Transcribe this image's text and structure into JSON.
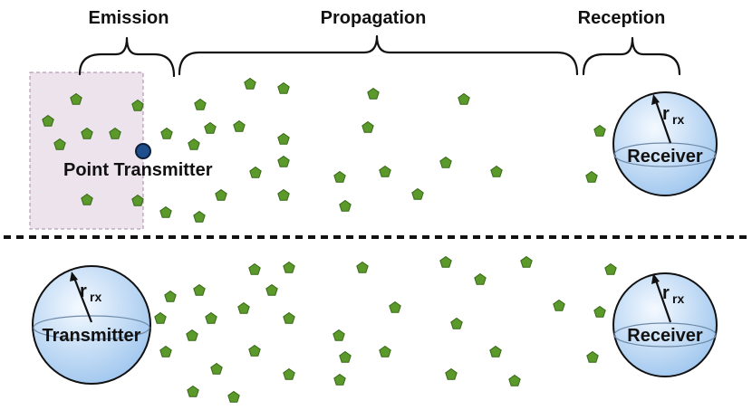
{
  "stages": {
    "emission": "Emission",
    "propagation": "Propagation",
    "reception": "Reception"
  },
  "top": {
    "point_transmitter_label": "Point Transmitter",
    "receiver": {
      "label": "Receiver",
      "radius_main": "r",
      "radius_sub": "rx"
    }
  },
  "bottom": {
    "transmitter": {
      "label": "Transmitter",
      "radius_main": "r",
      "radius_sub": "rx"
    },
    "receiver": {
      "label": "Receiver",
      "radius_main": "r",
      "radius_sub": "rx"
    }
  },
  "colors": {
    "molecule": "#5b9a2a",
    "sphere_light": "#f4f9ff",
    "sphere_dark": "#9fc6ee",
    "point_transmitter": "#1f4e8c",
    "emission_zone": "#ece3ec"
  },
  "icons": {
    "molecule": "green-pentagon",
    "point_transmitter": "filled-circle",
    "devices": "sphere"
  }
}
